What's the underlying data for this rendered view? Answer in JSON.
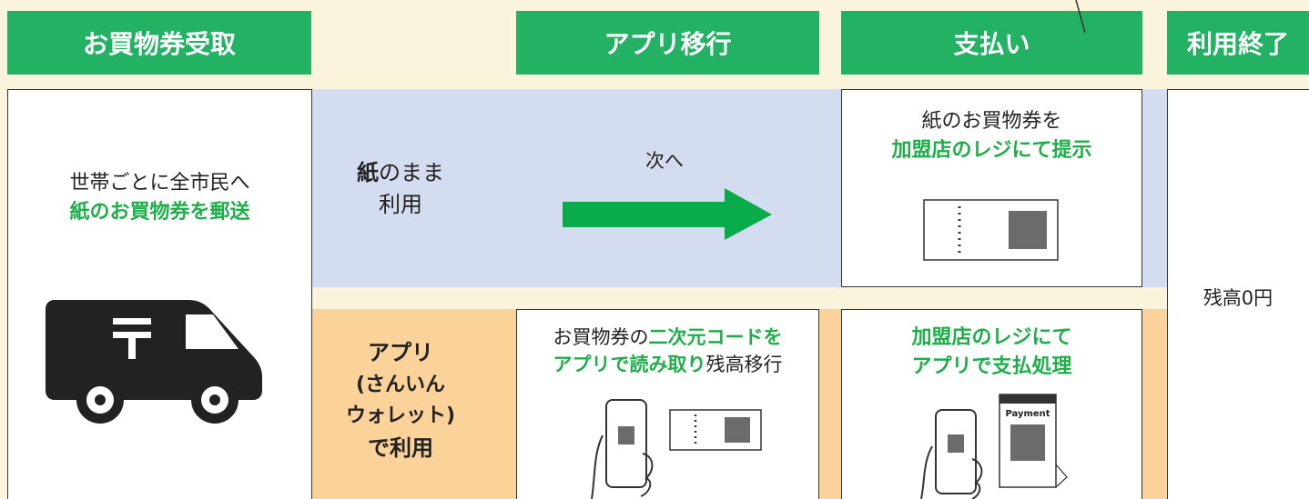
{
  "headers": {
    "receive": "お買物券受取",
    "migrate": "アプリ移行",
    "pay": "支払い",
    "end": "利用終了"
  },
  "receive": {
    "line1": "世帯ごとに全市民へ",
    "line2": "紙のお買物券を郵送",
    "icon": "postal-van-icon"
  },
  "paper_row": {
    "label_bold": "紙",
    "label_rest": "のまま",
    "label_line2": "利用",
    "next": "次へ",
    "pay_line1": "紙のお買物券を",
    "pay_line2": "加盟店のレジにて提示"
  },
  "app_row": {
    "label_lines": [
      "アプリ",
      "(さんいん",
      "ウォレット)",
      "で利用"
    ],
    "migrate_pre": "お買物券の",
    "migrate_highlight1": "二次元コードを",
    "migrate_highlight2": "アプリで読み取り",
    "migrate_post": "残高移行",
    "pay_line1": "加盟店のレジにて",
    "pay_line2": "アプリで支払処理",
    "receipt_label": "Payment"
  },
  "end": {
    "text": "残高0円"
  },
  "colors": {
    "header_green": "#23b164",
    "highlight_green": "#1fae4a",
    "paper_row_bg": "#d3ddef",
    "app_row_bg": "#fad29a",
    "page_bg": "#fbf4dc"
  }
}
